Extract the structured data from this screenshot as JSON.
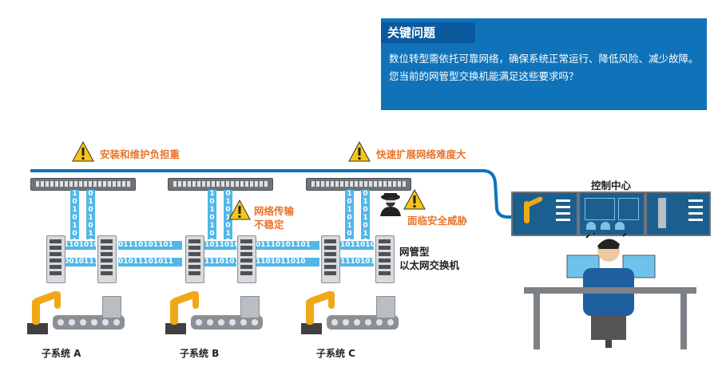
{
  "info": {
    "title": "关键问题",
    "body": "数位转型需依托可靠网络，确保系统正常运行、降低风险、减少故障。您当前的网管型交换机能满足这些要求吗？"
  },
  "warnings": {
    "install": "安装和维护负担重",
    "expand": "快速扩展网络难度大",
    "unstable_line1": "网络传输",
    "unstable_line2": "不稳定",
    "security": "面临安全威胁"
  },
  "labels": {
    "control_center": "控制中心",
    "switch_line1": "网管型",
    "switch_line2": "以太网交换机",
    "subsystem_a": "子系统 A",
    "subsystem_b": "子系统 B",
    "subsystem_c": "子系统 C"
  },
  "binary": {
    "vertical_a": "1010101010",
    "vertical_b": "0101010101",
    "h_row1": "1101010101101",
    "h_row2": "0010111010110",
    "h_row3": "01110101101",
    "h_row4": "01011101011",
    "h_row5": "10110101101",
    "h_row6": "11101011010",
    "h_row7": "01110101101",
    "h_row8": "1101011010"
  },
  "colors": {
    "accent_blue": "#1073b9",
    "data_blue": "#4fb8e8",
    "warning_orange": "#e8742a",
    "warning_yellow": "#f5c518"
  }
}
